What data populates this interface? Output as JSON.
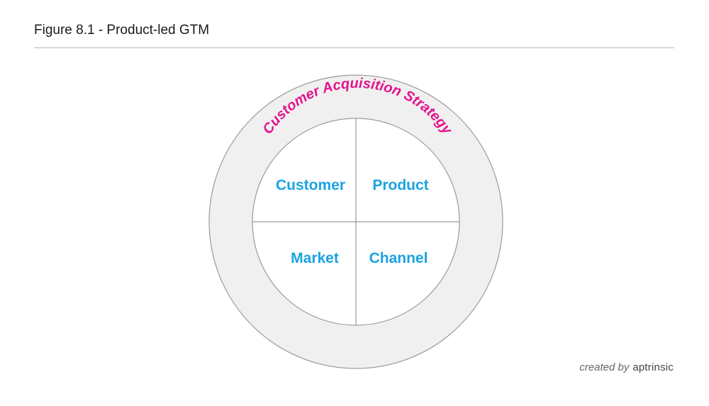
{
  "figure": {
    "title": "Figure 8.1 - Product-led GTM"
  },
  "diagram": {
    "outer_ring_label": "Customer Acquisition Strategy",
    "quadrants": {
      "top_left": "Customer",
      "top_right": "Product",
      "bottom_left": "Market",
      "bottom_right": "Channel"
    },
    "colors": {
      "ring_fill": "#f0f0f0",
      "ring_stroke": "#9a9a9a",
      "ring_label": "#e4118e",
      "quadrant_label": "#1aa3e0"
    }
  },
  "footer": {
    "credit_prefix": "created by",
    "brand": "aptrinsic"
  }
}
